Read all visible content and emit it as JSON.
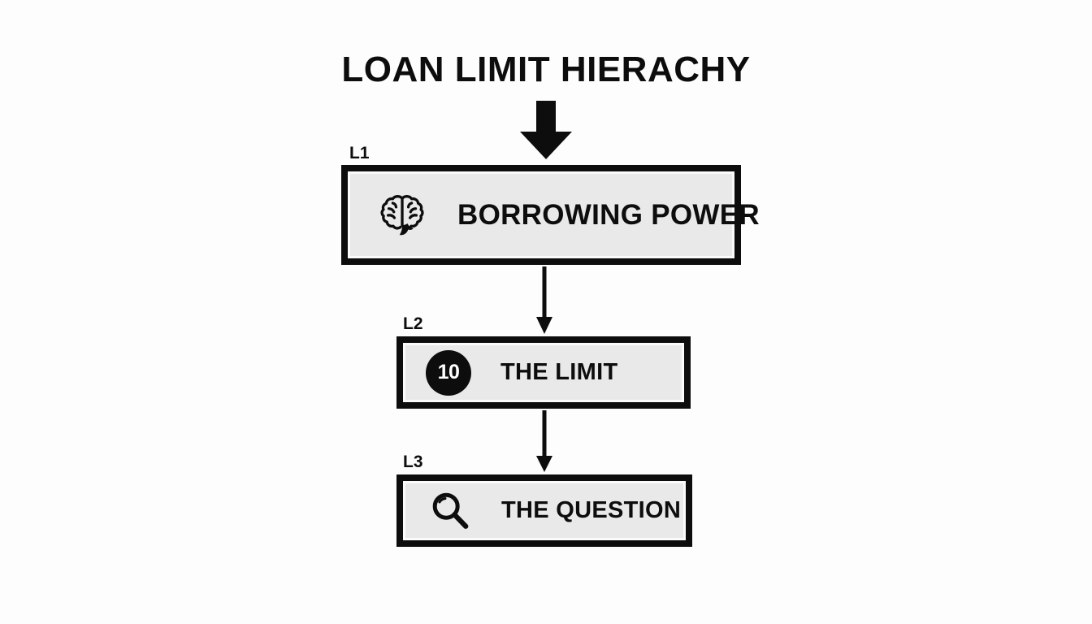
{
  "diagram": {
    "title": "LOAN LIMIT HIERACHY",
    "background_color": "#fdfdfd",
    "box_fill_color": "#e9e9e9",
    "border_color": "#0d0d0d",
    "text_color": "#0d0d0d",
    "levels": [
      {
        "tag": "L1",
        "label": "BORROWING POWER",
        "icon": "brain-icon"
      },
      {
        "tag": "L2",
        "label": "THE LIMIT",
        "icon": "number-badge-icon",
        "badge_value": "10"
      },
      {
        "tag": "L3",
        "label": "THE QUESTION",
        "icon": "magnifier-icon"
      }
    ],
    "connectors": [
      {
        "name": "title-to-l1",
        "style": "thick-block-arrow",
        "direction": "down"
      },
      {
        "name": "l1-to-l2",
        "style": "thin-line-arrow",
        "direction": "down"
      },
      {
        "name": "l2-to-l3",
        "style": "thin-line-arrow",
        "direction": "down"
      }
    ]
  }
}
